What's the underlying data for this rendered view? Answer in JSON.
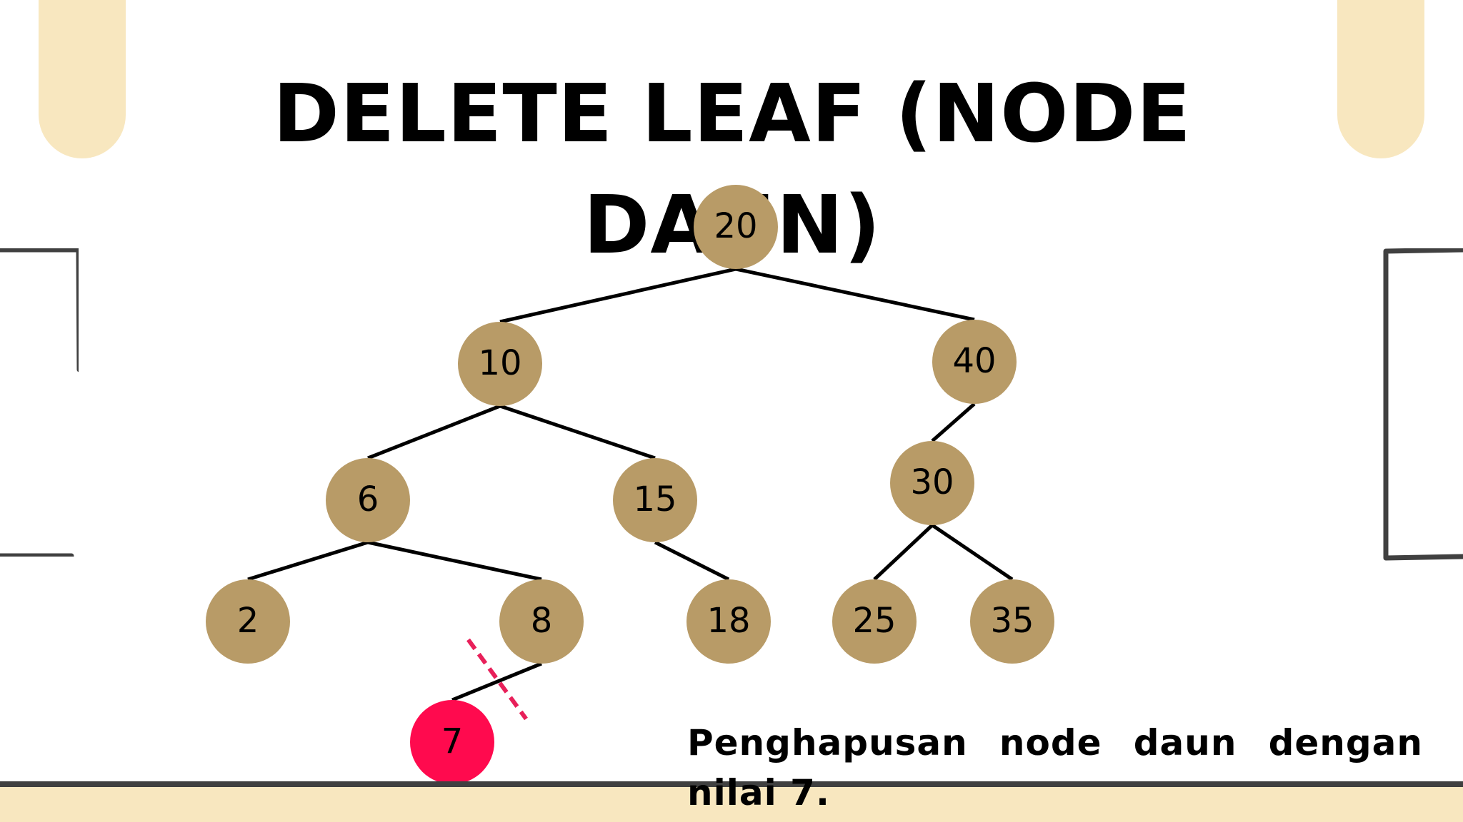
{
  "title": "DELETE LEAF (NODE DAUN)",
  "caption": "Penghapusan node daun dengan nilai 7.",
  "colors": {
    "node": "#b89b67",
    "deleted_node": "#ff0a4e",
    "cut_mark": "#e8205a",
    "edge": "#000000",
    "accent_band": "#f8e7bf",
    "frame": "#404040"
  },
  "tree": {
    "nodes": [
      {
        "id": "n20",
        "label": "20",
        "state": "normal"
      },
      {
        "id": "n10",
        "label": "10",
        "state": "normal"
      },
      {
        "id": "n40",
        "label": "40",
        "state": "normal"
      },
      {
        "id": "n6",
        "label": "6",
        "state": "normal"
      },
      {
        "id": "n15",
        "label": "15",
        "state": "normal"
      },
      {
        "id": "n30",
        "label": "30",
        "state": "normal"
      },
      {
        "id": "n2",
        "label": "2",
        "state": "normal"
      },
      {
        "id": "n8",
        "label": "8",
        "state": "normal"
      },
      {
        "id": "n18",
        "label": "18",
        "state": "normal"
      },
      {
        "id": "n25",
        "label": "25",
        "state": "normal"
      },
      {
        "id": "n35",
        "label": "35",
        "state": "normal"
      },
      {
        "id": "n7",
        "label": "7",
        "state": "deleted"
      }
    ],
    "edges": [
      {
        "from": "n20",
        "to": "n10"
      },
      {
        "from": "n20",
        "to": "n40"
      },
      {
        "from": "n10",
        "to": "n6"
      },
      {
        "from": "n10",
        "to": "n15"
      },
      {
        "from": "n40",
        "to": "n30"
      },
      {
        "from": "n6",
        "to": "n2"
      },
      {
        "from": "n6",
        "to": "n8"
      },
      {
        "from": "n15",
        "to": "n18"
      },
      {
        "from": "n30",
        "to": "n25"
      },
      {
        "from": "n30",
        "to": "n35"
      },
      {
        "from": "n8",
        "to": "n7",
        "cut": true
      }
    ]
  }
}
